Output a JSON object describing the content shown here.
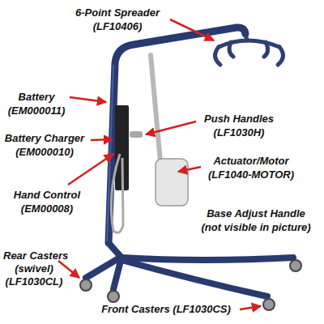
{
  "diagram": {
    "labels": [
      "6-Point Spreader",
      "(LF10406)",
      "Battery",
      "(EM000011)",
      "Battery Charger",
      "(EM000010)",
      "Hand Control",
      "(EM00008)",
      "Push Handles",
      "(LF1030H)",
      "Actuator/Motor",
      "(LF1040-MOTOR)",
      "Base Adjust Handle",
      "(not visible in picture)",
      "Rear Casters",
      "(swivel)",
      "(LF1030CL)",
      "Front Casters (LF1030CS)"
    ]
  }
}
